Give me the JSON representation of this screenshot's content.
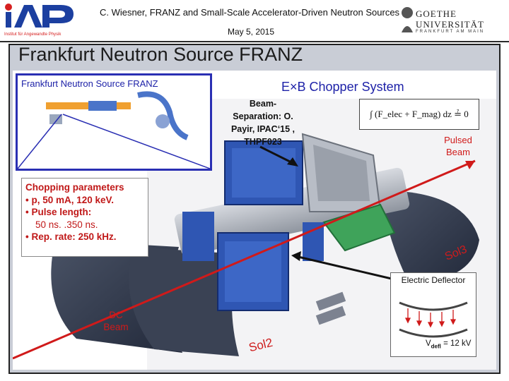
{
  "header": {
    "logo_text": "iAP",
    "logo_subtext": "Institut für Angewandte Physik",
    "title": "C. Wiesner,  FRANZ and Small-Scale Accelerator-Driven Neutron Sources",
    "date": "May 5, 2015",
    "goethe_line1": "GOETHE",
    "goethe_line2": "UNIVERSITÄT",
    "goethe_line3": "FRANKFURT AM MAIN"
  },
  "slide": {
    "title": "Frankfurt Neutron Source FRANZ",
    "inset_label": "Frankfurt Neutron Source  FRANZ",
    "chopper_title": "E×B Chopper System",
    "beam_separation": [
      "Beam-",
      "Separation:  O.",
      "Payir, IPAC‘15 ,",
      "THPF023"
    ],
    "formula": "∫ (F_elec + F_mag) dz ≟ 0",
    "pulsed_beam": [
      "Pulsed",
      "Beam"
    ],
    "chopping": {
      "heading": "Chopping  parameters",
      "items": [
        "• p, 50 mA, 120 keV.",
        "• Pulse  length:",
        "50 ns. .350 ns.",
        "• Rep. rate: 250 kHz."
      ]
    },
    "sol3": "Sol3",
    "sol2": "Sol2",
    "dc_beam": [
      "DC",
      "Beam"
    ],
    "electric_deflector": "Electric Deflector",
    "vdefl_prefix": "V",
    "vdefl_sub": "defl",
    "vdefl_value": " = 12 kV"
  },
  "colors": {
    "accent_blue": "#1e22a8",
    "beam_red": "#d01a1a",
    "frame": "#222222"
  },
  "icons": [
    "iap-logo",
    "goethe-logo",
    "accelerator-schematic",
    "chopper-apparatus",
    "arrow-icon"
  ]
}
